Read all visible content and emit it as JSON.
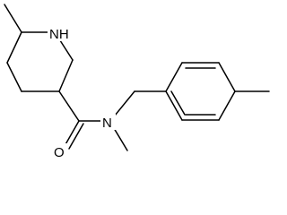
{
  "molecule": {
    "description_visible": false,
    "atoms": {
      "nh": "NH",
      "n": "N",
      "o": "O"
    },
    "colors": {
      "bond": "#000000",
      "background": "#ffffff"
    }
  }
}
